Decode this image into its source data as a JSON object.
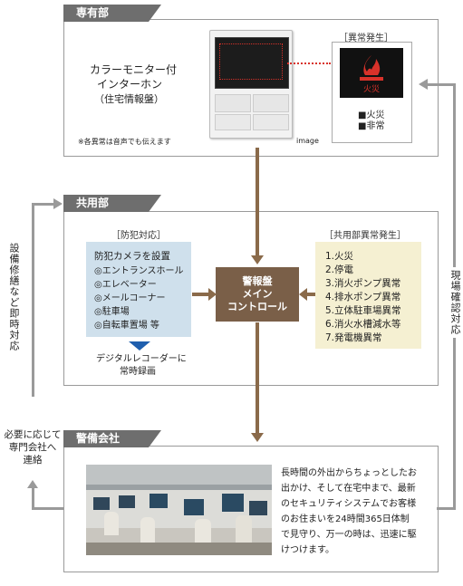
{
  "private_section": {
    "tab": "専有部",
    "intercom_title_1": "カラーモニター付",
    "intercom_title_2": "インターホン",
    "intercom_sub": "（住宅情報盤）",
    "note": "※各異常は音声でも伝えます",
    "image_caption": "image",
    "alarm_label": "［異常発生］",
    "alarm_items": [
      "■火災",
      "■非常"
    ],
    "alarm_icon": "fire-alarm-icon",
    "alarm_display_text": "火災"
  },
  "common_section": {
    "tab": "共用部",
    "security_label": "［防犯対応］",
    "camera_title": "防犯カメラを設置",
    "camera_items": [
      "◎エントランスホール",
      "◎エレベーター",
      "◎メールコーナー",
      "◎駐車場",
      "◎自転車置場 等"
    ],
    "recorder_1": "デジタルレコーダーに",
    "recorder_2": "常時録画",
    "control_1": "警報盤",
    "control_2": "メイン",
    "control_3": "コントロール",
    "abnormal_label": "［共用部異常発生］",
    "abnormal_items": [
      "1.火災",
      "2.停電",
      "3.消火ポンプ異常",
      "4.排水ポンプ異常",
      "5.立体駐車場異常",
      "6.消火水槽減水等",
      "7.発電機異常"
    ]
  },
  "security_section": {
    "tab": "警備会社",
    "desc": [
      "長時間の外出からちょっとしたお",
      "出かけ、そして在宅中まで、最新",
      "のセキュリティシステムでお客様",
      "のお住まいを24時間365日体制",
      "で見守り、万一の時は、迅速に駆",
      "けつけます。"
    ]
  },
  "side_labels": {
    "left_vertical": "設備修繕など即時対応",
    "right_vertical": "現場確認対応",
    "bottom_left": [
      "必要に応じて",
      "専門会社へ",
      "連絡"
    ]
  },
  "colors": {
    "tab_gray": "#6e6e6e",
    "arrow_brown": "#8a6a4a",
    "control_box": "#7a5f48",
    "camera_box": "#cfe0ec",
    "abnormal_box": "#f5f0d2",
    "alarm_red": "#d8322a"
  }
}
